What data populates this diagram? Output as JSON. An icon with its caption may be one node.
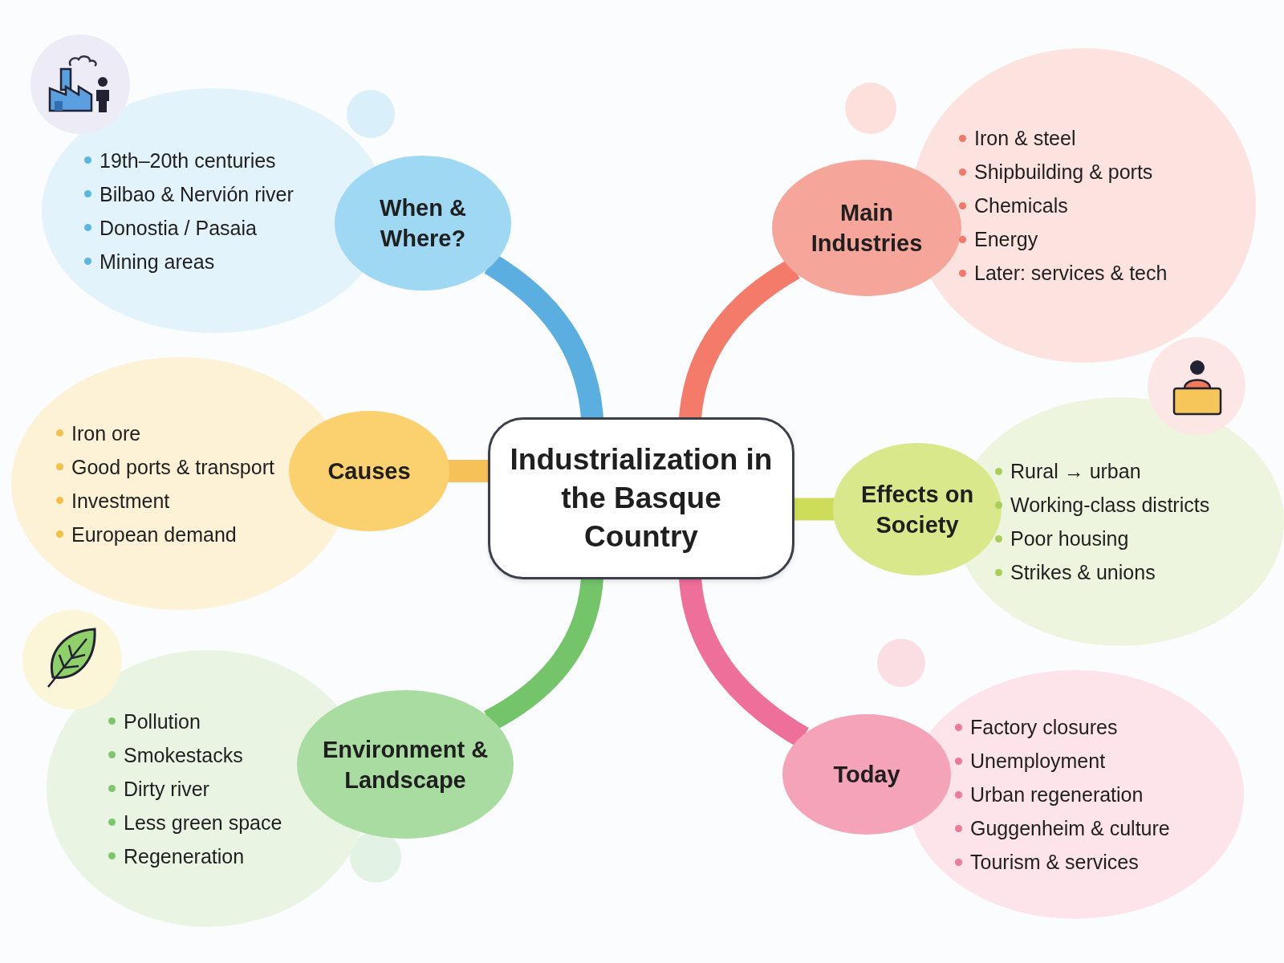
{
  "diagram": {
    "nodes": [
      {
        "text": [
          "Industrialization in the Basque Country"
        ]
      },
      {
        "text": [
          "When & Where?"
        ]
      },
      {
        "text": [
          "19th–20th centuries",
          "Bilbao & Nervión river",
          "Donostia / Pasaia",
          "Mining areas"
        ]
      },
      {
        "text": [
          "Main Industries"
        ]
      },
      {
        "text": [
          "Iron & steel",
          "Shipbuilding & ports",
          "Chemicals",
          "Energy",
          "Later: services & tech"
        ]
      },
      {
        "text": [
          "Causes"
        ]
      },
      {
        "text": [
          "Iron ore",
          "Good ports & transport",
          "Investment",
          "European demand"
        ]
      },
      {
        "text": [
          "Effects on Society"
        ]
      },
      {
        "text": [
          "Rural → urban",
          "Working-class districts",
          "Poor housing",
          "Strikes & unions"
        ]
      },
      {
        "text": [
          "Environment & Landscape"
        ]
      },
      {
        "text": [
          "Pollution",
          "Smokestacks",
          "Dirty river",
          "Less green space",
          "Regeneration"
        ]
      },
      {
        "text": [
          "Today"
        ]
      },
      {
        "text": [
          "Factory closures",
          "Unemployment",
          "Urban regeneration",
          "Guggenheim & culture",
          "Tourism & services"
        ]
      }
    ],
    "edges": [
      {
        "from": 0,
        "to": 1,
        "arrow": "none",
        "color": "#5aaee0"
      },
      {
        "from": 0,
        "to": 3,
        "arrow": "none",
        "color": "#f47a6a"
      },
      {
        "from": 0,
        "to": 5,
        "arrow": "none",
        "color": "#f7c15a"
      },
      {
        "from": 0,
        "to": 7,
        "arrow": "none",
        "color": "#cddd5a"
      },
      {
        "from": 0,
        "to": 9,
        "arrow": "none",
        "color": "#74c46a"
      },
      {
        "from": 0,
        "to": 11,
        "arrow": "none",
        "color": "#ee6f9a"
      }
    ]
  }
}
